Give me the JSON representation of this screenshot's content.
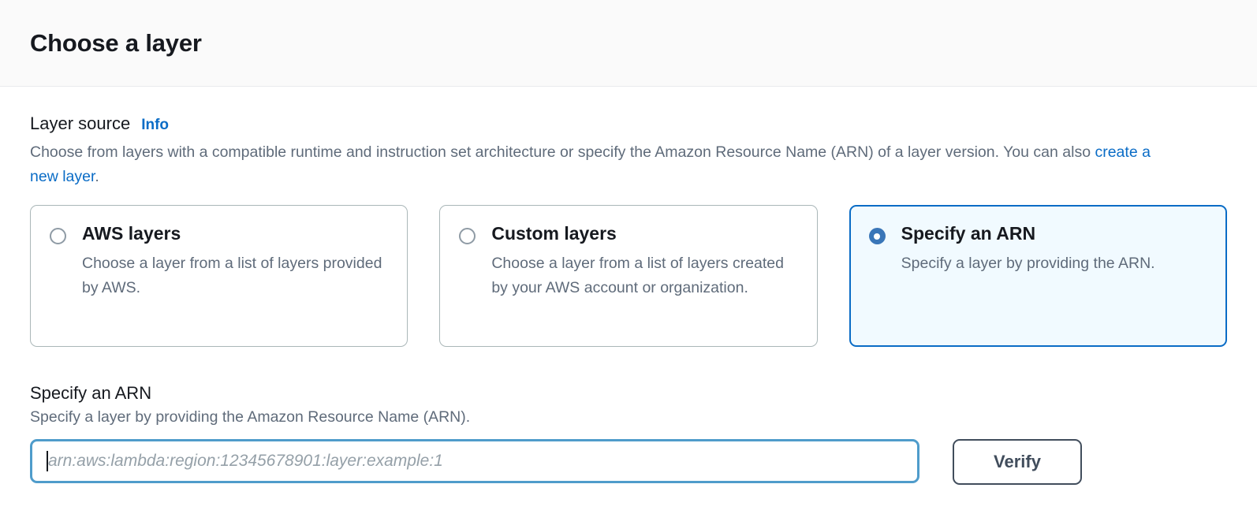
{
  "header": {
    "title": "Choose a layer"
  },
  "layer_source": {
    "label": "Layer source",
    "info_link": "Info",
    "description_part1": "Choose from layers with a compatible runtime and instruction set architecture or specify the Amazon Resource Name (ARN) of a layer version. You can also ",
    "description_link": "create a new layer",
    "description_part2": ".",
    "options": [
      {
        "title": "AWS layers",
        "description": "Choose a layer from a list of layers provided by AWS.",
        "selected": false
      },
      {
        "title": "Custom layers",
        "description": "Choose a layer from a list of layers created by your AWS account or organization.",
        "selected": false
      },
      {
        "title": "Specify an ARN",
        "description": "Specify a layer by providing the ARN.",
        "selected": true
      }
    ]
  },
  "arn_section": {
    "title": "Specify an ARN",
    "description": "Specify a layer by providing the Amazon Resource Name (ARN).",
    "input_placeholder": "arn:aws:lambda:region:12345678901:layer:example:1",
    "input_value": "",
    "verify_label": "Verify"
  },
  "colors": {
    "accent_blue": "#0a6cc6",
    "selected_tile_border": "#0a6cc6",
    "selected_tile_background": "#f1faff",
    "radio_checked": "#3a76b8",
    "input_focus_border": "#4f9ccb",
    "button_border": "#414d5c",
    "text_primary": "#16191f",
    "text_secondary": "#5f6b7a",
    "header_background": "#fafafa"
  }
}
